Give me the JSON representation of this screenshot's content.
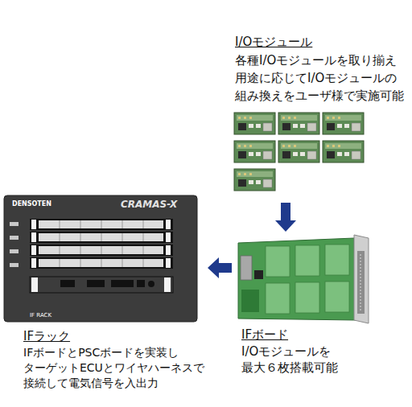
{
  "diagram": {
    "nodes": [
      {
        "text": [
          "I/Oモジュール",
          "各種I/Oモジュールを取り揃え 用途に応じてI/Oモジュールの 組み換えをユーザ様で実施可能"
        ]
      },
      {
        "text": [
          "IFボード",
          "I/Oモジュールを 最大６枚搭載可能"
        ]
      },
      {
        "text": [
          "IFラック",
          "IFボードとPSCボードを実装し ターゲットECUとワイヤハーネスで 接続して電気信号を入出力"
        ]
      }
    ],
    "edges": [
      {
        "from": 0,
        "to": 1,
        "arrow": "to"
      },
      {
        "from": 1,
        "to": 2,
        "arrow": "to"
      }
    ],
    "labels": [
      "DENSOTEN",
      "CRAMAS-X",
      "IF RACK"
    ]
  }
}
